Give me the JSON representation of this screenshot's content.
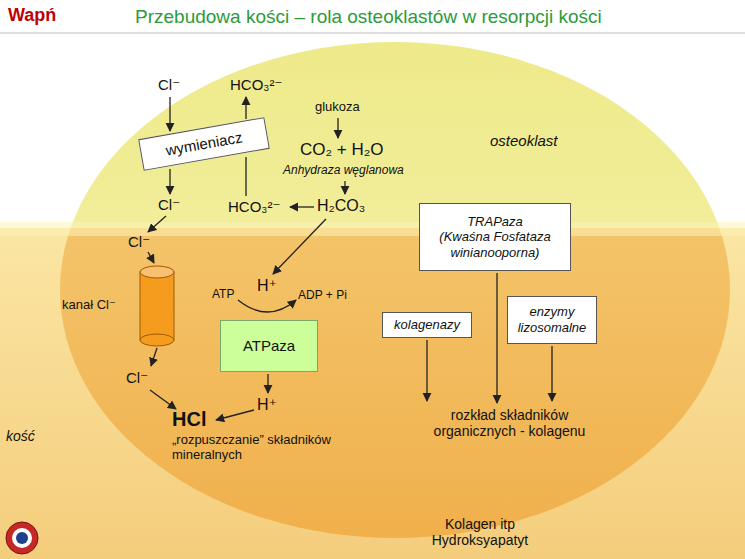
{
  "diagram": {
    "title": "Przebudowa kości – rola osteoklastów w resorpcji kości",
    "nodes": [
      {
        "text": [
          "wymieniacz"
        ]
      },
      {
        "text": [
          "TRAPaza",
          "(Kwaśna Fosfataza winianooporna)"
        ]
      },
      {
        "text": [
          "ATPaza"
        ]
      },
      {
        "text": [
          "kolagenazy"
        ]
      },
      {
        "text": [
          "enzymy lizosomalne"
        ]
      }
    ],
    "labels": [
      "Wapń",
      "Cl⁻",
      "HCO₃²⁻",
      "glukoza",
      "CO₂ + H₂O",
      "Anhydraza węglanowa",
      "osteoklast",
      "Cl⁻",
      "HCO₃²⁻",
      "H₂CO₃",
      "Cl⁻",
      "kanał Cl⁻",
      "ATP",
      "H⁺",
      "ADP + Pi",
      "Cl⁻",
      "H⁺",
      "HCl",
      "„rozpuszczanie” składników mineralnych",
      "rozkład składników organicznych - kolagenu",
      "kość",
      "Kolagen itp Hydroksyapatyt"
    ]
  }
}
